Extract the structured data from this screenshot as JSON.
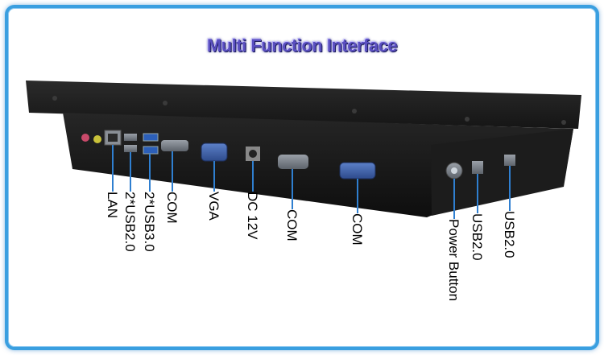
{
  "title": "Multi Function Interface",
  "labels": {
    "lan": "LAN",
    "usb2_double": "2*USB2.0",
    "usb3_double": "2*USB3.0",
    "com1": "COM",
    "vga": "VGA",
    "dc": "DC 12V",
    "com2": "COM",
    "com3": "COM",
    "power": "Power Button",
    "usb2_a": "USB2.0",
    "usb2_b": "USB2.0"
  },
  "colors": {
    "frame": "#3a9fe0",
    "title": "#5a4fc0",
    "chassis": "#1a1a1a",
    "pointer_line": "#2f7fd0",
    "vga_port": "#3d5fa8"
  }
}
